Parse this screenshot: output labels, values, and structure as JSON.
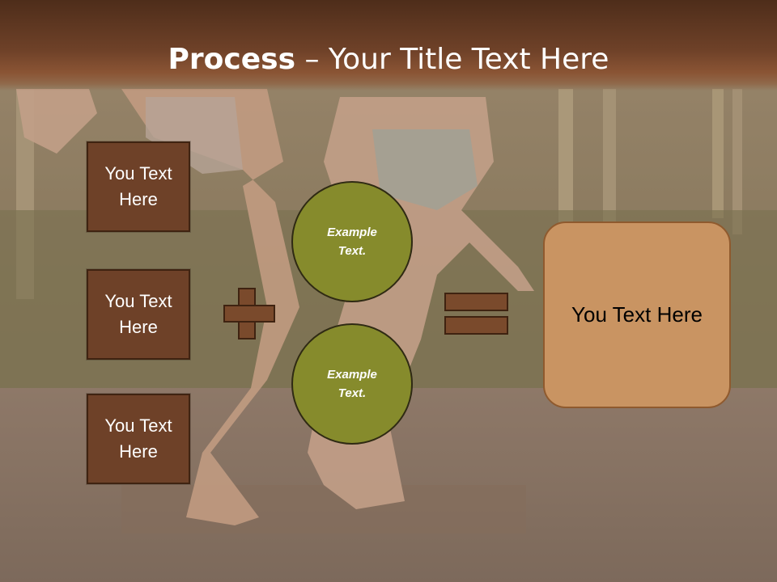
{
  "slide": {
    "title_bold": "Process",
    "title_rest": " – Your Title Text Here"
  },
  "left_boxes": [
    {
      "label": "You Text Here"
    },
    {
      "label": "You Text Here"
    },
    {
      "label": "You Text Here"
    }
  ],
  "circles": [
    {
      "label": "Example Text."
    },
    {
      "label": "Example Text."
    }
  ],
  "result": {
    "label": "You Text Here"
  },
  "colors": {
    "title_bar": "#6e4128",
    "box_fill": "#6e4128",
    "circle_fill": "#868b2c",
    "operator_fill": "#7a4a2c",
    "result_fill": "#c99462"
  }
}
